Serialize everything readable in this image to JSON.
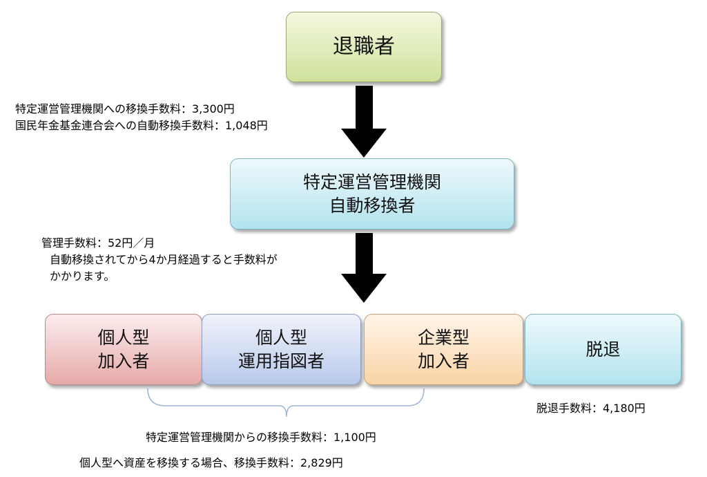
{
  "nodes": {
    "taishoku": "退職者",
    "jidou_line1": "特定運営管理機関",
    "jidou_line2": "自動移換者",
    "kojin_kanyu_line1": "個人型",
    "kojin_kanyu_line2": "加入者",
    "kojin_unyou_line1": "個人型",
    "kojin_unyou_line2": "運用指図者",
    "kigyou_line1": "企業型",
    "kigyou_line2": "加入者",
    "dattai": "脱退"
  },
  "notes": {
    "fee_transfer_line1": "特定運営管理機関への移換手数料：3,300円",
    "fee_transfer_line2": "国民年金基金連合会への自動移換手数料：1,048円",
    "fee_mgmt_line1": "管理手数料：52円／月",
    "fee_mgmt_line2": "自動移換されてから4か月経過すると手数料が",
    "fee_mgmt_line3": "かかります。",
    "fee_dattai": "脱退手数料：4,180円",
    "fee_from_org": "特定運営管理機関からの移換手数料：1,100円",
    "fee_to_kojin": "個人型へ資産を移換する場合、移換手数料：2,829円"
  }
}
